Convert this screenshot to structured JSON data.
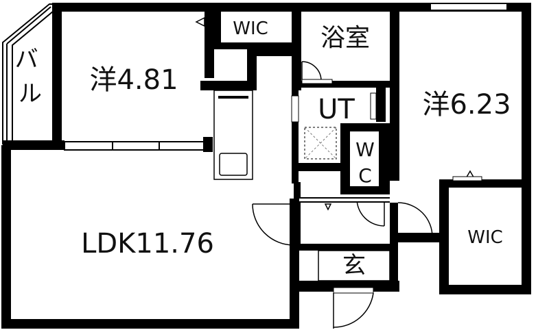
{
  "rooms": {
    "balcony": "バル",
    "western_small": "洋4.81",
    "wic_top": "WIC",
    "bathroom": "浴室",
    "utility": "UT",
    "western_large": "洋6.23",
    "wc_line1": "W",
    "wc_line2": "C",
    "ldk": "LDK11.76",
    "entrance": "玄",
    "wic_right": "WIC"
  },
  "colors": {
    "wall": "#000000",
    "thin_line": "#333333",
    "background": "#ffffff",
    "dashed_line": "#777777"
  }
}
